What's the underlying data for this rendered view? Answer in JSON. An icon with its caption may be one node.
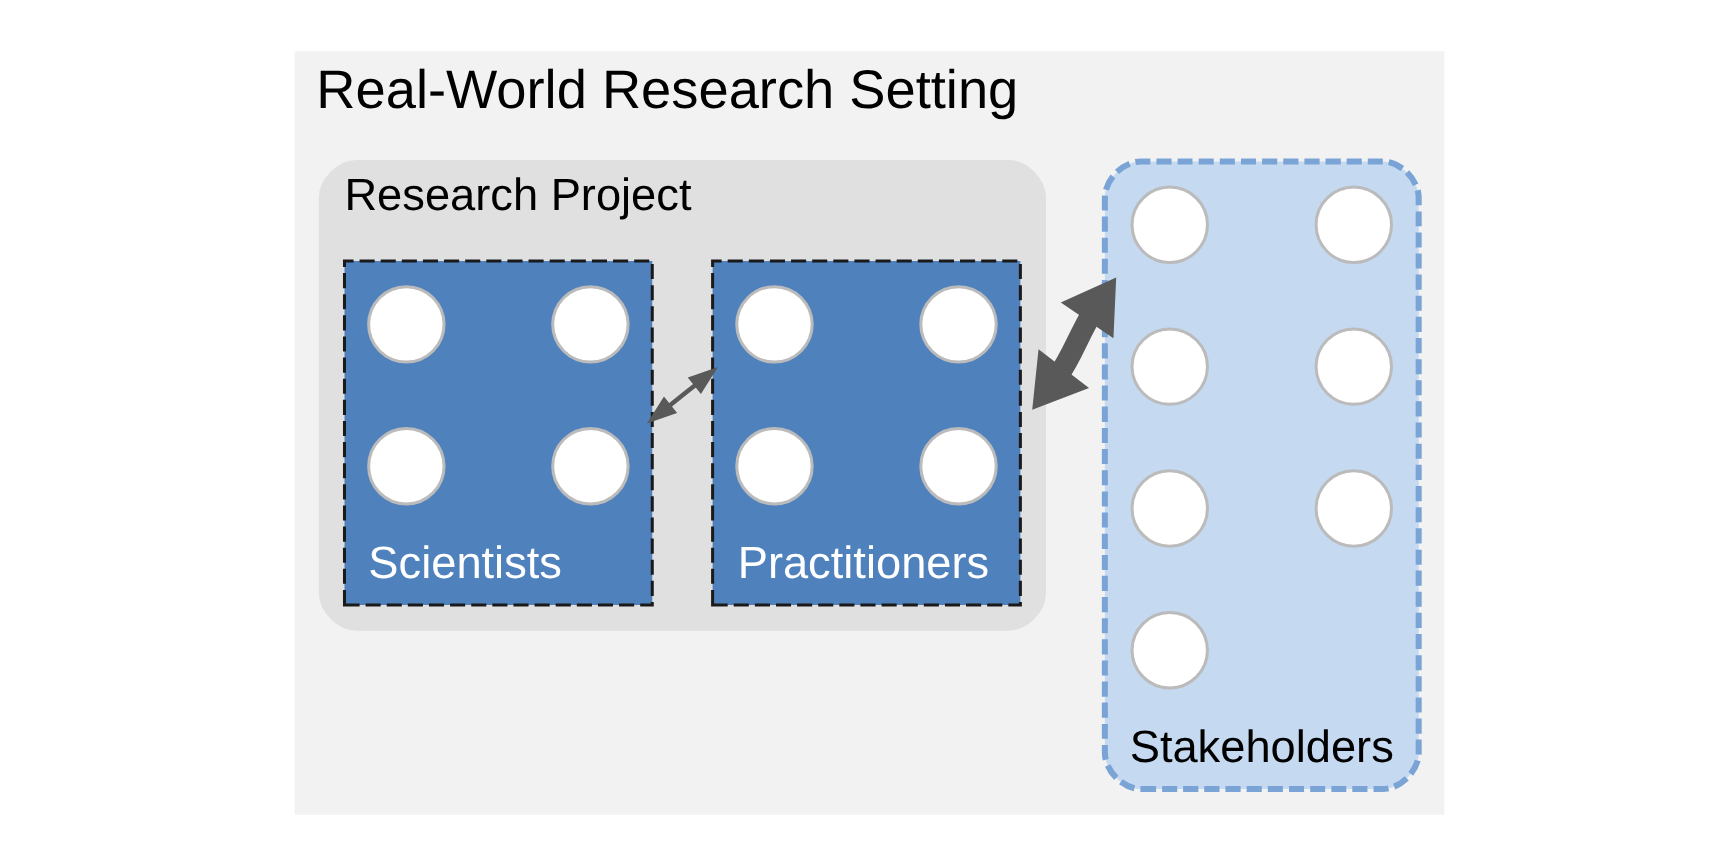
{
  "diagram": {
    "nodes": [
      {
        "text": [
          "Real-World Research Setting"
        ]
      },
      {
        "text": [
          "Research Project"
        ],
        "in": 0
      },
      {
        "text": [
          "Scientists"
        ],
        "in": 1
      },
      {
        "text": [],
        "shape": "circle",
        "in": 2
      },
      {
        "text": [],
        "shape": "circle",
        "in": 2
      },
      {
        "text": [],
        "shape": "circle",
        "in": 2
      },
      {
        "text": [],
        "shape": "circle",
        "in": 2
      },
      {
        "text": [
          "Practitioners"
        ],
        "in": 1
      },
      {
        "text": [],
        "shape": "circle",
        "in": 7
      },
      {
        "text": [],
        "shape": "circle",
        "in": 7
      },
      {
        "text": [],
        "shape": "circle",
        "in": 7
      },
      {
        "text": [],
        "shape": "circle",
        "in": 7
      },
      {
        "text": [
          "Stakeholders"
        ],
        "in": 0
      },
      {
        "text": [],
        "shape": "circle",
        "in": 12
      },
      {
        "text": [],
        "shape": "circle",
        "in": 12
      },
      {
        "text": [],
        "shape": "circle",
        "in": 12
      },
      {
        "text": [],
        "shape": "circle",
        "in": 12
      },
      {
        "text": [],
        "shape": "circle",
        "in": 12
      },
      {
        "text": [],
        "shape": "circle",
        "in": 12
      },
      {
        "text": [],
        "shape": "circle",
        "in": 12
      }
    ],
    "edges": [
      {
        "from": 2,
        "to": 7,
        "arrow": "both"
      },
      {
        "from": 1,
        "to": 12,
        "arrow": "both",
        "style": "thick"
      }
    ]
  }
}
